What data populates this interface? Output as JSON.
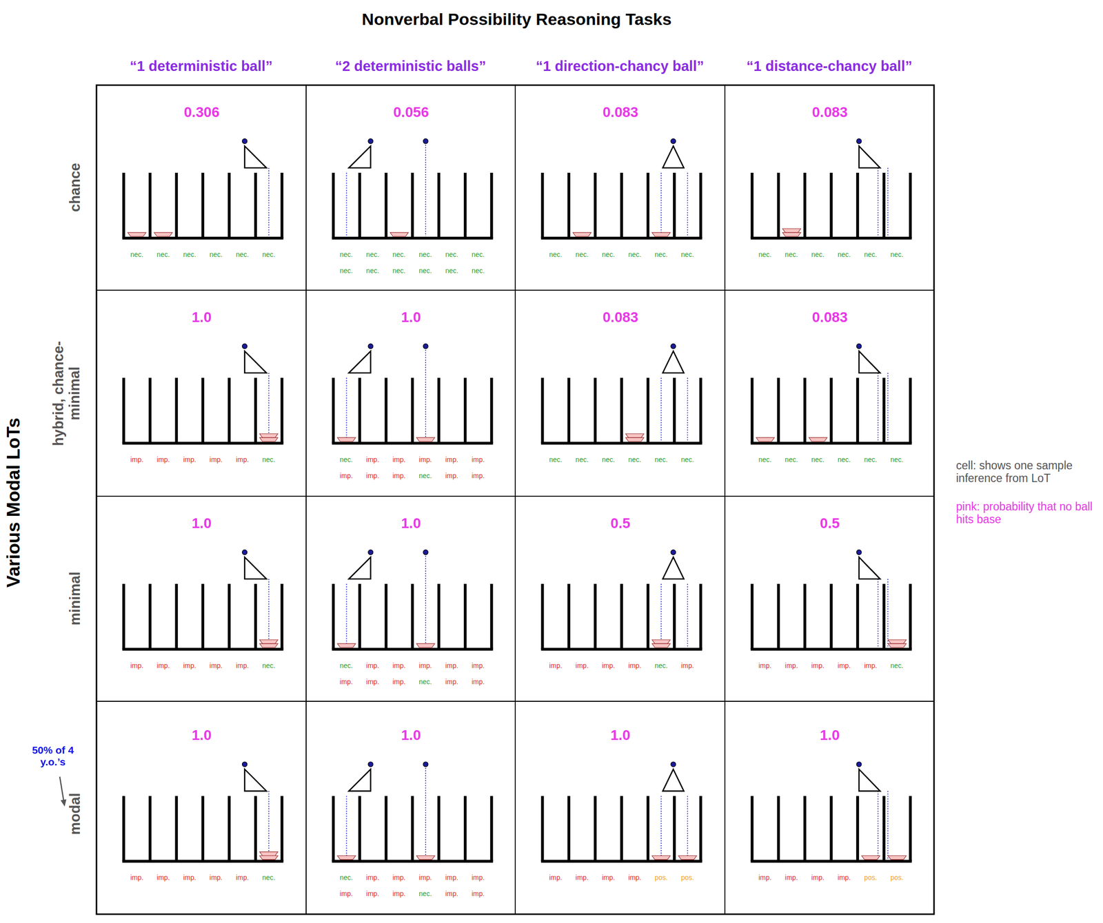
{
  "diagram": {
    "title": "Nonverbal Possibility Reasoning Tasks",
    "nodes": [
      {
        "text": [
          "0.306",
          "nec.",
          "nec.",
          "nec.",
          "nec.",
          "nec.",
          "nec."
        ]
      },
      {
        "text": [
          "0.056",
          "nec.",
          "nec.",
          "nec.",
          "nec.",
          "nec.",
          "nec.",
          "nec.",
          "nec.",
          "nec.",
          "nec.",
          "nec.",
          "nec."
        ]
      },
      {
        "text": [
          "0.083",
          "nec.",
          "nec.",
          "nec.",
          "nec.",
          "nec.",
          "nec."
        ]
      },
      {
        "text": [
          "0.083",
          "nec.",
          "nec.",
          "nec.",
          "nec.",
          "nec.",
          "nec."
        ]
      },
      {
        "text": [
          "1.0",
          "imp.",
          "imp.",
          "imp.",
          "imp.",
          "imp.",
          "nec."
        ]
      },
      {
        "text": [
          "1.0",
          "nec.",
          "imp.",
          "imp.",
          "imp.",
          "imp.",
          "imp.",
          "imp.",
          "imp.",
          "imp.",
          "nec.",
          "imp.",
          "imp."
        ]
      },
      {
        "text": [
          "0.083",
          "nec.",
          "nec.",
          "nec.",
          "nec.",
          "nec.",
          "nec."
        ]
      },
      {
        "text": [
          "0.083",
          "nec.",
          "nec.",
          "nec.",
          "nec.",
          "nec.",
          "nec."
        ]
      },
      {
        "text": [
          "1.0",
          "imp.",
          "imp.",
          "imp.",
          "imp.",
          "imp.",
          "nec."
        ]
      },
      {
        "text": [
          "1.0",
          "nec.",
          "imp.",
          "imp.",
          "imp.",
          "imp.",
          "imp.",
          "imp.",
          "imp.",
          "imp.",
          "nec.",
          "imp.",
          "imp."
        ]
      },
      {
        "text": [
          "0.5",
          "imp.",
          "imp.",
          "imp.",
          "imp.",
          "nec.",
          "imp."
        ]
      },
      {
        "text": [
          "0.5",
          "imp.",
          "imp.",
          "imp.",
          "imp.",
          "imp.",
          "nec."
        ]
      },
      {
        "text": [
          "1.0",
          "imp.",
          "imp.",
          "imp.",
          "imp.",
          "imp.",
          "nec."
        ]
      },
      {
        "text": [
          "1.0",
          "nec.",
          "imp.",
          "imp.",
          "imp.",
          "imp.",
          "imp.",
          "imp.",
          "imp.",
          "imp.",
          "nec.",
          "imp.",
          "imp."
        ]
      },
      {
        "text": [
          "1.0",
          "imp.",
          "imp.",
          "imp.",
          "imp.",
          "pos.",
          "pos."
        ]
      },
      {
        "text": [
          "1.0",
          "imp.",
          "imp.",
          "imp.",
          "imp.",
          "pos.",
          "pos."
        ]
      }
    ],
    "labels": [
      "“1 deterministic ball”",
      "“2 deterministic balls”",
      "“1 direction-chancy ball”",
      "“1 distance-chancy ball”",
      "chance",
      "hybrid, chance-minimal",
      "minimal",
      "modal",
      "Various Modal LoTs",
      "50% of 4 y.o.’s",
      "cell: shows one sample inference from LoT",
      "pink: probability that no ball hits base"
    ]
  }
}
